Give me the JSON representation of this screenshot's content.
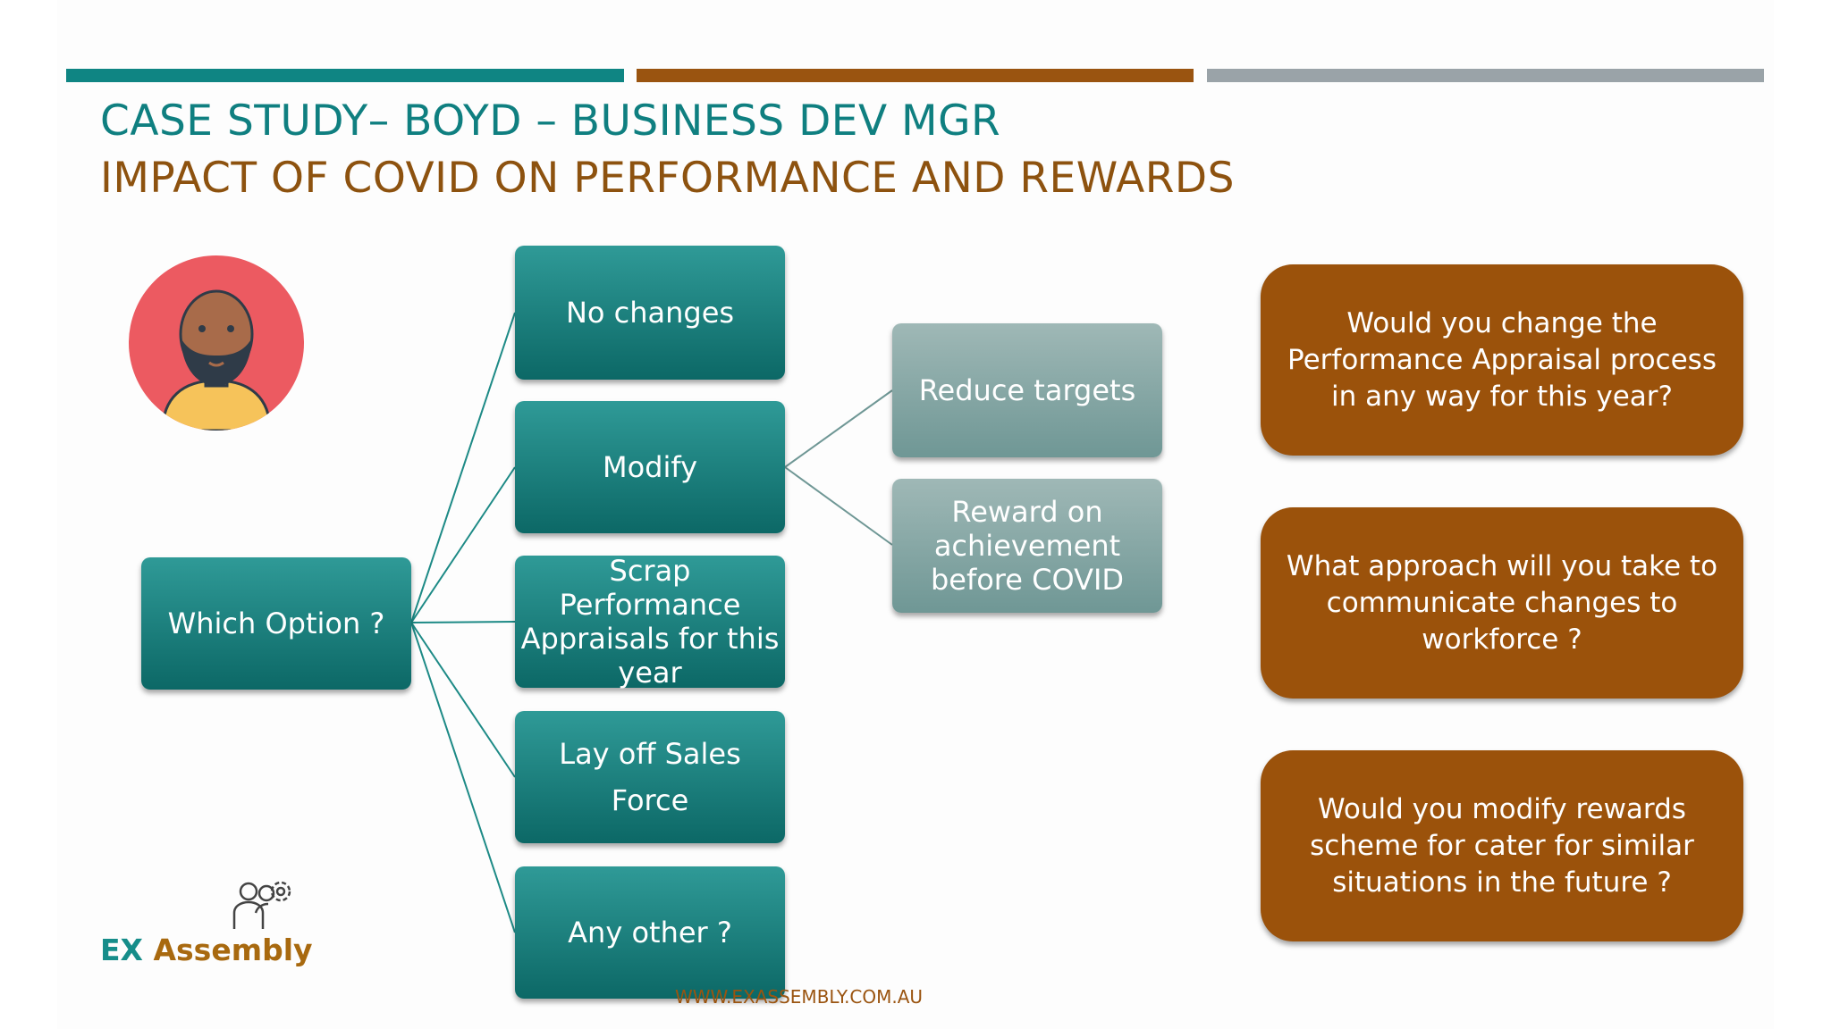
{
  "header": {
    "title": "CASE STUDY– BOYD – BUSINESS DEV MGR",
    "subtitle": "IMPACT OF COVID ON PERFORMANCE AND REWARDS"
  },
  "diagram": {
    "root": "Which Option ?",
    "options": [
      "No changes",
      "Modify",
      "Scrap Performance Appraisals for this year",
      "Lay off Sales Force",
      "Any other ?"
    ],
    "modify_children": [
      "Reduce targets",
      "Reward on achievement before COVID"
    ]
  },
  "questions": [
    "Would you change the Performance Appraisal process in any way for this year?",
    "What approach will you take to communicate changes to workforce ?",
    "Would you modify rewards scheme for cater for similar situations in the future ?"
  ],
  "logo": {
    "ex": "EX",
    "assembly": "Assembly"
  },
  "footer": {
    "url": "WWW.EXASSEMBLY.COM.AU"
  },
  "colors": {
    "teal": "#0f8583",
    "orange": "#9a5410",
    "gray": "#9aa3a8"
  }
}
